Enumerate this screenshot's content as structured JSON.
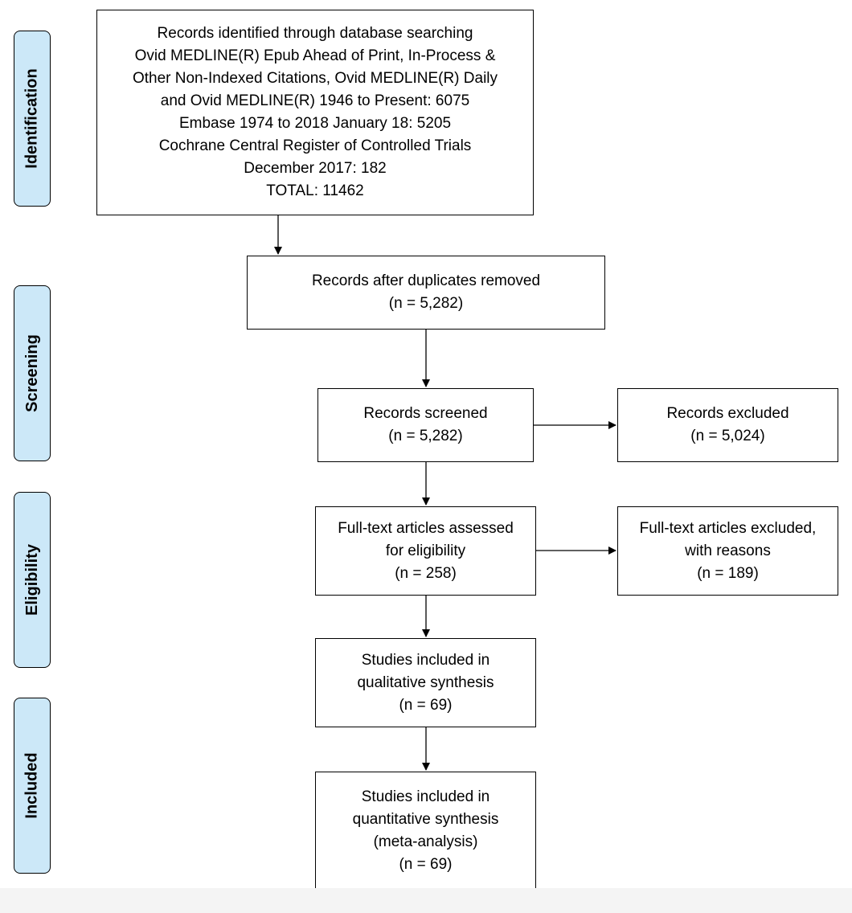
{
  "stages": [
    {
      "id": "identification",
      "label": "Identification"
    },
    {
      "id": "screening",
      "label": "Screening"
    },
    {
      "id": "eligibility",
      "label": "Eligibility"
    },
    {
      "id": "included",
      "label": "Included"
    }
  ],
  "boxes": {
    "identified": {
      "lines": [
        "Records identified through database searching",
        "Ovid MEDLINE(R) Epub Ahead of Print, In-Process &",
        "Other Non-Indexed Citations, Ovid MEDLINE(R) Daily",
        "and Ovid MEDLINE(R) 1946 to Present: 6075",
        "Embase 1974 to 2018 January 18: 5205",
        "Cochrane Central Register of Controlled Trials",
        "December 2017: 182",
        "TOTAL: 11462"
      ]
    },
    "duplicates_removed": {
      "lines": [
        "Records after duplicates removed",
        "(n = 5,282)"
      ]
    },
    "screened": {
      "lines": [
        "Records screened",
        "(n = 5,282)"
      ]
    },
    "excluded": {
      "lines": [
        "Records excluded",
        "(n = 5,024)"
      ]
    },
    "fulltext_assessed": {
      "lines": [
        "Full-text articles assessed",
        "for eligibility",
        "(n = 258)"
      ]
    },
    "fulltext_excluded": {
      "lines": [
        "Full-text articles excluded,",
        "with reasons",
        "(n =  189)"
      ]
    },
    "qualitative": {
      "lines": [
        "Studies included in",
        "qualitative synthesis",
        "(n = 69)"
      ]
    },
    "quantitative": {
      "lines": [
        "Studies included in",
        "quantitative synthesis",
        "(meta-analysis)",
        "(n = 69)"
      ]
    }
  }
}
